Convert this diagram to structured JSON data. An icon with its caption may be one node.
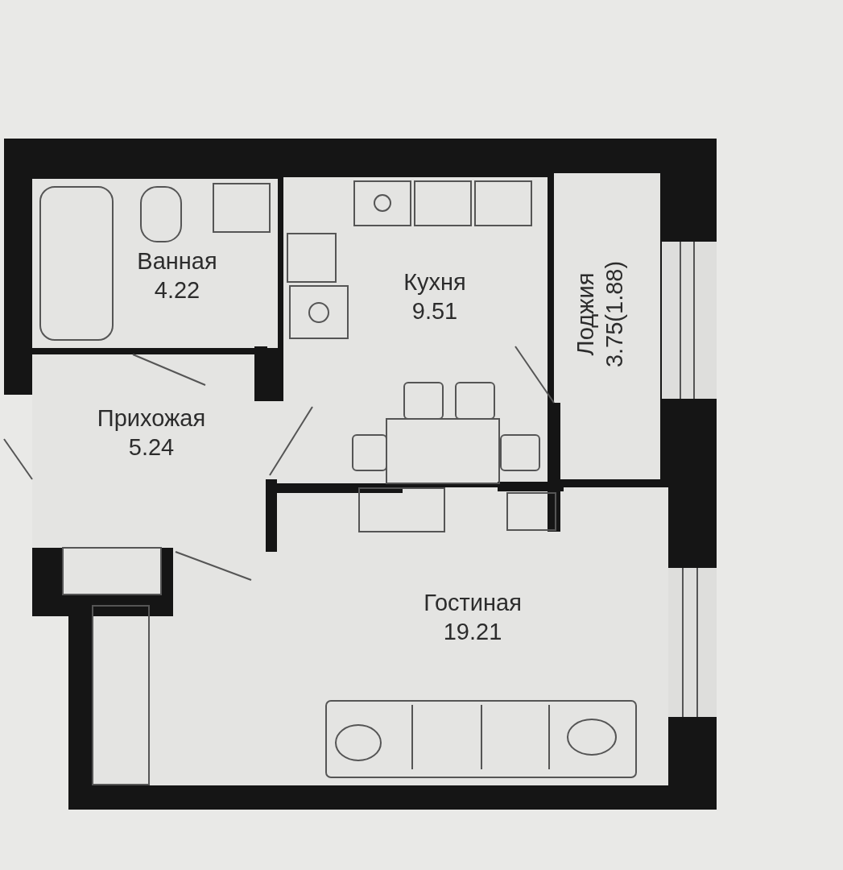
{
  "diagram": {
    "nodes": [
      {
        "text": [
          "Ванная",
          "4.22"
        ]
      },
      {
        "text": [
          "Кухня",
          "9.51"
        ]
      },
      {
        "text": [
          "Лоджия",
          "3.75(1.88)"
        ]
      },
      {
        "text": [
          "Прихожая",
          "5.24"
        ]
      },
      {
        "text": [
          "Гостиная",
          "19.21"
        ]
      }
    ]
  }
}
